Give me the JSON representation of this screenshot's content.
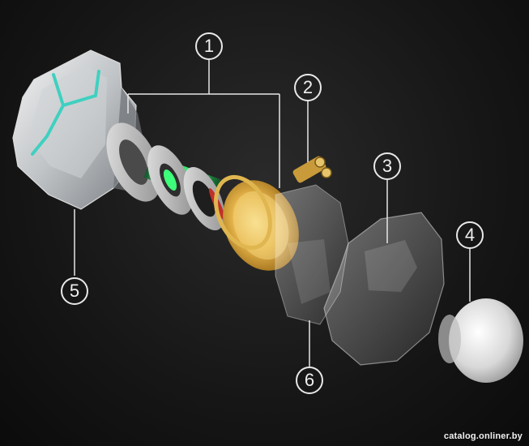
{
  "callouts": {
    "c1": "1",
    "c2": "2",
    "c3": "3",
    "c4": "4",
    "c5": "5",
    "c6": "6"
  },
  "watermark": "catalog.onliner.by",
  "colors": {
    "background": "#1a1a1a",
    "accent_cyan": "#3fd0c0",
    "coil_green": "#2ee86a",
    "brass": "#d9a43a",
    "line": "#e6e6e6"
  }
}
